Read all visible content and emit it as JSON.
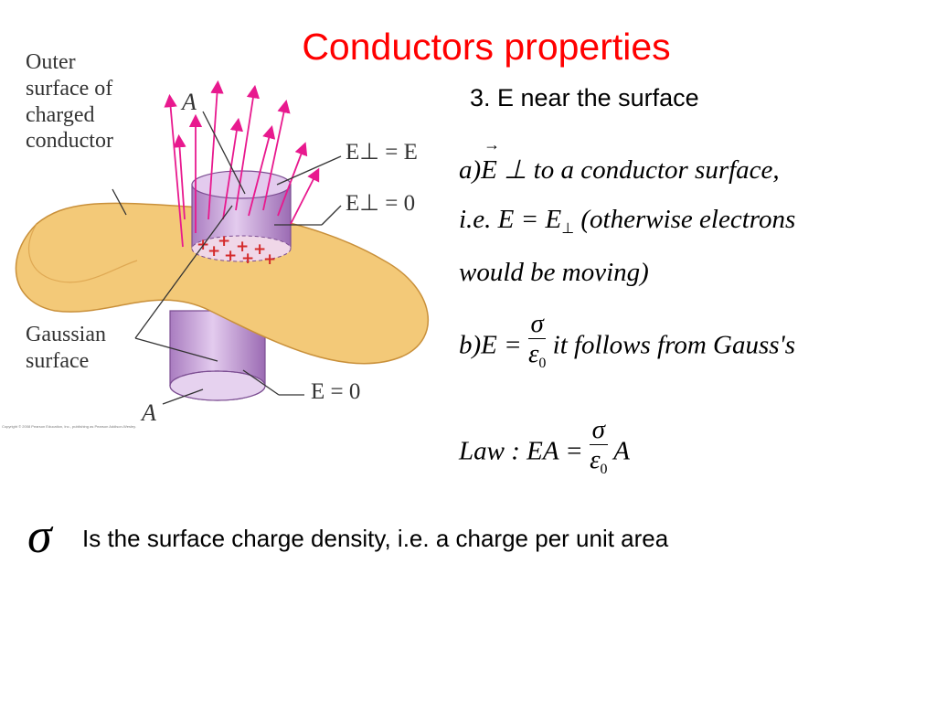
{
  "slide": {
    "title": "Conductors properties",
    "subtitle": "3. E near the surface"
  },
  "figure": {
    "labels": {
      "outer_surface": [
        "Outer",
        "surface of",
        "charged",
        "conductor"
      ],
      "a_top": "A",
      "e_perp_eq_e": "E⊥ = E",
      "e_perp_eq_0": "E⊥ = 0",
      "gaussian": [
        "Gaussian",
        "surface"
      ],
      "e_eq_0": "E = 0",
      "a_bottom": "A"
    },
    "copyright": "Copyright © 2008 Pearson Education, Inc., publishing as Pearson Addison-Wesley.",
    "colors": {
      "conductor": "#f3c978",
      "conductor_edge": "#c9903a",
      "cylinder": "#c9a2d8",
      "field_arrows": "#e8198e",
      "charges": "#d42a2a"
    }
  },
  "equations": {
    "a_line1": {
      "prefix": "a)",
      "E": "E",
      "rest": " ⊥ to a conductor surface,"
    },
    "a_line2": "i.e. E = E",
    "a_line2_sub": "⊥",
    "a_line2_rest": " (otherwise electrons",
    "a_line3": "would be moving)",
    "b_prefix": "b)E = ",
    "b_num": "σ",
    "b_den": "ε",
    "b_den_sub": "0",
    "b_rest": " it follows from Gauss's",
    "law_prefix": "Law : EA = ",
    "law_num": "σ",
    "law_den": "ε",
    "law_den_sub": "0",
    "law_rest": " A"
  },
  "definition": {
    "symbol": "σ",
    "text": "Is the surface charge density, i.e. a charge per unit area"
  }
}
